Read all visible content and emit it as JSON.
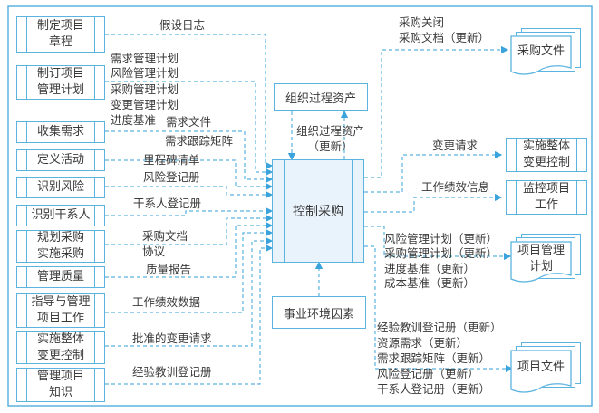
{
  "diagram_title": "控制采购",
  "central_process": "控制采购",
  "input_processes": [
    {
      "name": "制定项目\n章程",
      "outputs": [
        "假设日志"
      ]
    },
    {
      "name": "制订项目\n管理计划",
      "outputs": [
        "需求管理计划",
        "风险管理计划",
        "采购管理计划",
        "变更管理计划",
        "进度基准"
      ]
    },
    {
      "name": "收集需求",
      "outputs": [
        "需求文件",
        "需求跟踪矩阵"
      ]
    },
    {
      "name": "定义活动",
      "outputs": [
        "里程碑清单"
      ]
    },
    {
      "name": "识别风险",
      "outputs": [
        "风险登记册"
      ]
    },
    {
      "name": "识别干系人",
      "outputs": [
        "干系人登记册"
      ]
    },
    {
      "name": "规划采购\n实施采购",
      "outputs": [
        "采购文档",
        "协议"
      ]
    },
    {
      "name": "管理质量",
      "outputs": [
        "质量报告"
      ]
    },
    {
      "name": "指导与管理\n项目工作",
      "outputs": [
        "工作绩效数据"
      ]
    },
    {
      "name": "实施整体\n变更控制",
      "outputs": [
        "批准的变更请求"
      ]
    },
    {
      "name": "管理项目\n知识",
      "outputs": [
        "经验教训登记册"
      ]
    }
  ],
  "org_assets": {
    "box": "组织过程资产",
    "update_label": "组织过程资产\n（更新）"
  },
  "enterprise_factors": "事业环境因素",
  "outputs": [
    {
      "target": "采购文件",
      "labels": [
        "采购关闭",
        "采购文档（更新）"
      ]
    },
    {
      "target": "实施整体\n变更控制",
      "labels": [
        "变更请求"
      ]
    },
    {
      "target": "监控项目\n工作",
      "labels": [
        "工作绩效信息"
      ]
    },
    {
      "target": "项目管理\n计划",
      "labels": [
        "风险管理计划（更新）",
        "采购管理计划（更新）",
        "进度基准（更新）",
        "成本基准（更新）"
      ]
    },
    {
      "target": "项目文件",
      "labels": [
        "经验教训登记册（更新）",
        "资源需求（更新）",
        "需求跟踪矩阵（更新）",
        "风险登记册（更新）",
        "干系人登记册（更新）"
      ]
    }
  ],
  "colors": {
    "line": "#5bb3e0",
    "main_fill": "#e9f3fb",
    "text": "#3a3a3a"
  }
}
